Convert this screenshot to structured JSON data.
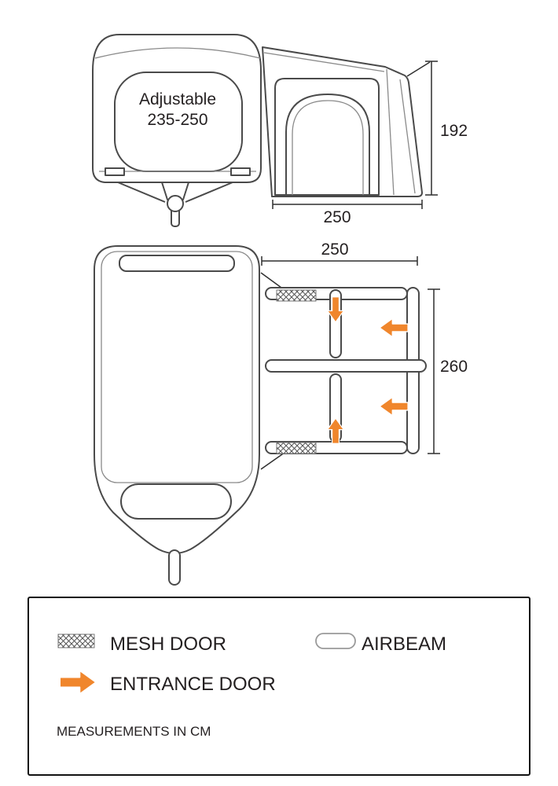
{
  "side_view": {
    "caravan_label_line1": "Adjustable",
    "caravan_label_line2": "235-250",
    "height_cm": "192",
    "width_cm": "250"
  },
  "plan_view": {
    "width_cm": "250",
    "depth_cm": "260"
  },
  "legend": {
    "mesh_door_label": "MESH DOOR",
    "airbeam_label": "AIRBEAM",
    "entrance_door_label": "ENTRANCE DOOR",
    "note": "MEASUREMENTS IN CM"
  },
  "colors": {
    "entrance_arrow": "#F0862C",
    "awning_fill": "#D8D8D8"
  }
}
